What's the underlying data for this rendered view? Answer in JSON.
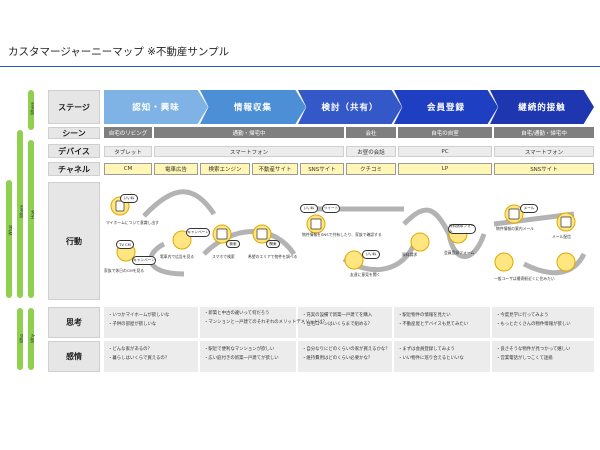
{
  "title": "カスタマージャーニーマップ ※不動産サンプル",
  "side_bars": [
    "What",
    "Where",
    "Where",
    "How",
    "Who",
    "Why"
  ],
  "row_heads": {
    "stage": "ステージ",
    "scene": "シーン",
    "device": "デバイス",
    "channel": "チャネル",
    "action": "行動",
    "thinking": "思考",
    "feeling": "感情"
  },
  "stages": [
    {
      "label": "認知・興味",
      "color": "#7fb3e6"
    },
    {
      "label": "情報収集",
      "color": "#4d8fd6"
    },
    {
      "label": "検討（共有）",
      "color": "#3558c8"
    },
    {
      "label": "会員登録",
      "color": "#1f3fc2"
    },
    {
      "label": "継続的接触",
      "color": "#1e36b0"
    }
  ],
  "scenes": [
    "自宅のリビング",
    "通勤・帰宅中",
    "会社",
    "自宅の自室",
    "自宅/通勤・帰宅中"
  ],
  "devices": [
    "タブレット",
    "スマートフォン",
    "お昼の会話",
    "PC",
    "スマートフォン"
  ],
  "channels": [
    "CM",
    "電車広告",
    "検索エンジン",
    "不動産サイト",
    "SNSサイト",
    "クチコミ",
    "LP",
    "SNSサイト"
  ],
  "actions": [
    "マイホームについて意識し出す",
    "家族で休日のCMを見る",
    "電車内で広告を見る",
    "スマホで検索",
    "希望のエリアで物件を調べる",
    "物件情報をSNSで共有したり、家族で確認する",
    "友達に意見を聞く",
    "資料請求",
    "会員登録フォーム",
    "物件情報の案内メール",
    "メール配信",
    "一般ユーザは最寄駅近くに住みたい"
  ],
  "bubbles": {
    "iine": "いいね",
    "tv": "TV CM",
    "campaign": "キャンペーン",
    "kensaku": "検索",
    "kanto": "関東",
    "tweet": "ツイート",
    "form": "資料請求フォーム",
    "mail": "メール"
  },
  "thinking": [
    [
      "・いつかマイホームが欲しいな",
      "・子供の部屋が欲しいな"
    ],
    [
      "・新築と中古の違いって何だろう",
      "・マンションと一戸建てのそれぞれのメリットデメリットは？"
    ],
    [
      "・充実の設備で新築一戸建てを購入",
      "・住宅ローンはいくらまで組める？"
    ],
    [
      "・駅近物件の情報を見たい",
      "・不動産屋とデバイスも見てみたい"
    ],
    [
      "・今度見学に行ってみよう",
      "・もっとたくさんの物件情報が欲しい"
    ]
  ],
  "feeling": [
    [
      "・どんな家があるの？",
      "・暮らしはいくらで買えるの？"
    ],
    [
      "・駅近で便利なマンションが欲しい",
      "・広い庭付きの新築一戸建てが欲しい"
    ],
    [
      "・自分なりにどのくらいの家が買えるかな？",
      "・維持費用はどのくらい必要かな？"
    ],
    [
      "・まずは会員登録してみよう",
      "・いい物件に巡り合えるといいな"
    ],
    [
      "・良さそうな物件が見つかって嬉しい",
      "・営業電話がしつこくて迷惑"
    ]
  ]
}
